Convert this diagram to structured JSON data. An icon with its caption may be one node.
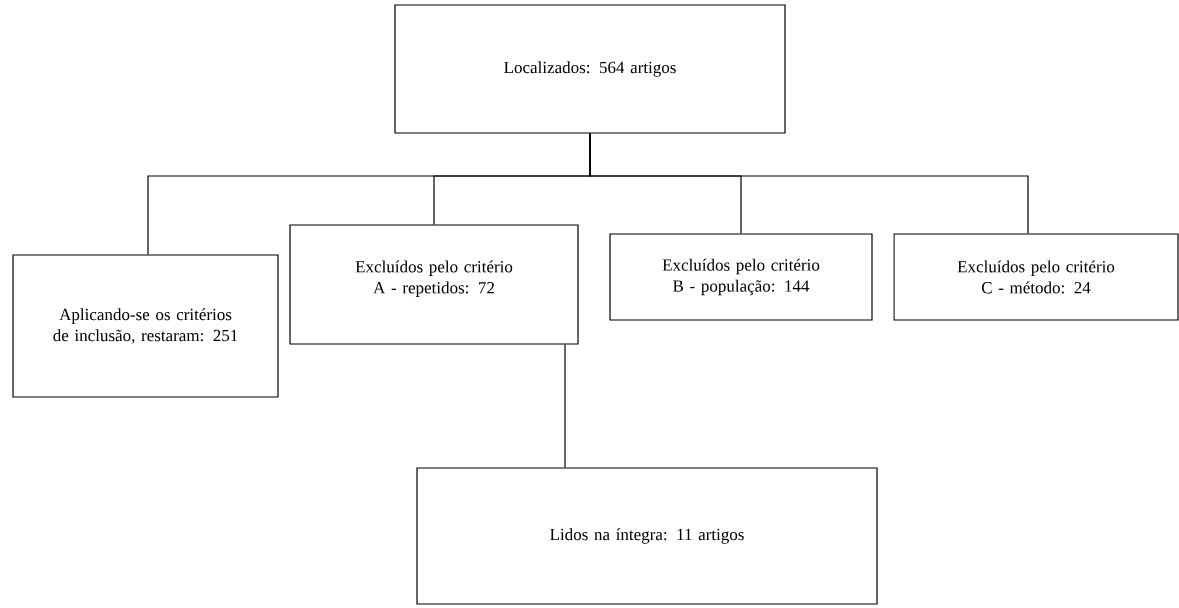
{
  "diagram": {
    "nodes": [
      {
        "text": [
          "Localizados: 564 artigos"
        ]
      },
      {
        "text": [
          "Aplicando-se os critérios de inclusão, restaram: 251"
        ]
      },
      {
        "text": [
          "Excluídos pelo critério A - repetidos: 72"
        ]
      },
      {
        "text": [
          "Excluídos pelo critério B - população: 144"
        ]
      },
      {
        "text": [
          "Excluídos pelo critério C - método: 24"
        ]
      },
      {
        "text": [
          "Lidos na íntegra: 11 artigos"
        ]
      }
    ],
    "edges": [
      {
        "from": 0,
        "to": 1,
        "arrow": "none"
      },
      {
        "from": 0,
        "to": 2,
        "arrow": "none"
      },
      {
        "from": 0,
        "to": 3,
        "arrow": "none"
      },
      {
        "from": 0,
        "to": 4,
        "arrow": "none"
      },
      {
        "from": 2,
        "to": 5,
        "arrow": "none"
      }
    ]
  }
}
